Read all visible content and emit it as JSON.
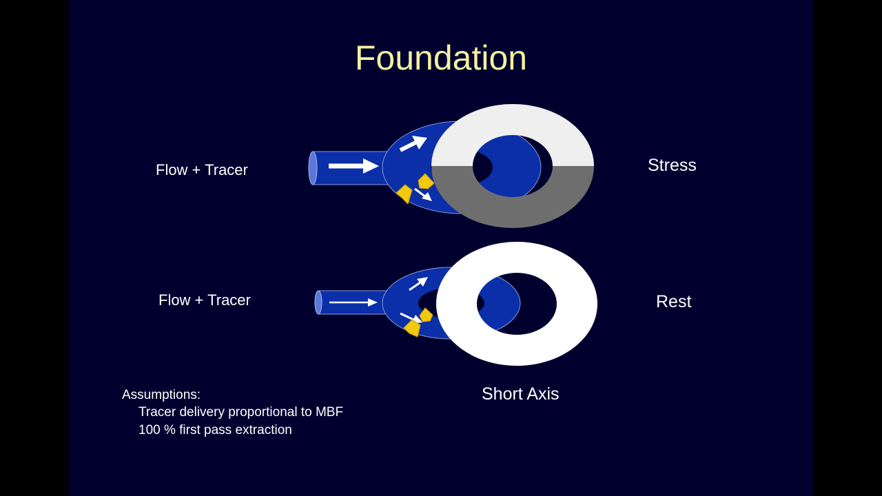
{
  "slide": {
    "title": "Foundation",
    "stress_row": {
      "flow_label": "Flow + Tracer",
      "state_label": "Stress"
    },
    "rest_row": {
      "flow_label": "Flow + Tracer",
      "state_label": "Rest"
    },
    "view_label": "Short Axis",
    "assumptions": {
      "heading": "Assumptions:",
      "items": [
        "Tracer delivery proportional to MBF",
        "100 % first pass extraction"
      ]
    }
  },
  "colors": {
    "background": "#00002e",
    "title": "#f4f0a0",
    "vessel": "#0a2fa8",
    "tracer_particle": "#f2c811",
    "stress_ring_top": "#efefef",
    "stress_ring_bottom": "#6e6e6e",
    "rest_ring": "#ffffff"
  },
  "icons": [
    "arrow-icon",
    "tracer-particle-icon"
  ]
}
